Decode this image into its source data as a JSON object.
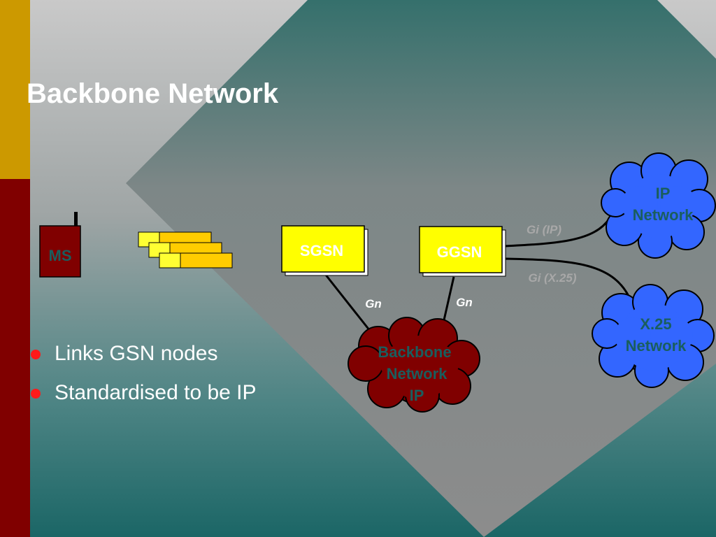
{
  "slide": {
    "title": "Backbone Network",
    "bullets": [
      "Links GSN nodes",
      "Standardised to be IP"
    ]
  },
  "diagram": {
    "ms_label": "MS",
    "sgsn_label": "SGSN",
    "ggsn_label": "GGSN",
    "gn_left_label": "Gn",
    "gn_right_label": "Gn",
    "gi_ip_label": "Gi (IP)",
    "gi_x25_label": "Gi (X.25)",
    "backbone_cloud": [
      "Backbone",
      "Network",
      "IP"
    ],
    "ip_cloud": [
      "IP",
      "Network"
    ],
    "x25_cloud": [
      "X.25",
      "Network"
    ]
  },
  "colors": {
    "gold_bar": "#cc9900",
    "maroon_bar": "#800000",
    "node_yellow": "#ffff00",
    "cloud_blue": "#3366ff",
    "cloud_maroon": "#800000",
    "bullet_red": "#ff1a1a"
  }
}
